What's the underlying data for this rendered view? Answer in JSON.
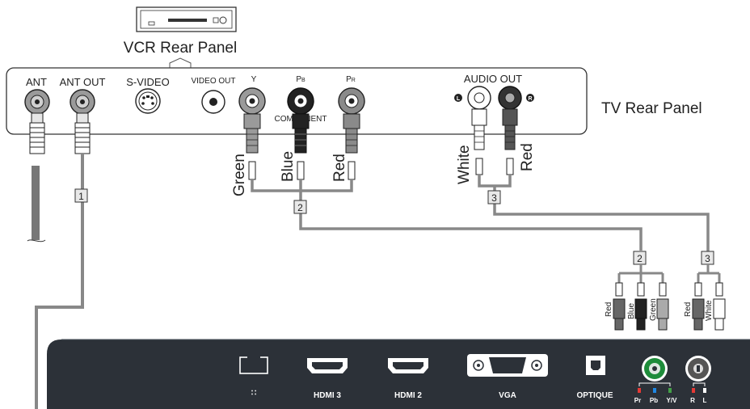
{
  "vcr": {
    "title": "VCR Rear Panel"
  },
  "rear_panel": {
    "title": "TV Rear Panel",
    "ports": {
      "ant": "ANT",
      "ant_out": "ANT OUT",
      "svideo": "S-VIDEO",
      "video_out": "VIDEO OUT",
      "y": "Y",
      "pb": "P",
      "pb_sub": "B",
      "pr": "P",
      "pr_sub": "R",
      "component": "COMPONENT",
      "audio_out": "AUDIO OUT"
    }
  },
  "cables": {
    "component": [
      "Green",
      "Blue",
      "Red"
    ],
    "audio": [
      "White",
      "Red"
    ],
    "tv_component": [
      "Red",
      "Blue",
      "Green"
    ],
    "tv_audio": [
      "Red",
      "White"
    ]
  },
  "badges": {
    "one": "1",
    "two": "2",
    "three": "3"
  },
  "tv_panel": {
    "hdmi3": "HDMI 3",
    "hdmi2": "HDMI 2",
    "vga": "VGA",
    "optique": "OPTIQUE",
    "pr": "Pr",
    "pb": "Pb",
    "yv": "Y/V",
    "r": "R",
    "l": "L",
    "network_symbol": "∷"
  }
}
